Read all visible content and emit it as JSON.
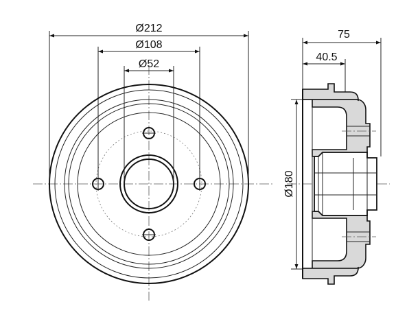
{
  "drawing": {
    "front_view": {
      "dimensions": {
        "outer_diameter": "Ø212",
        "bolt_circle_diameter": "Ø108",
        "hub_bore_diameter": "Ø52"
      },
      "bolt_hole_count": 4
    },
    "side_view": {
      "dimensions": {
        "overall_width": "75",
        "hub_offset": "40.5",
        "braking_surface_diameter": "Ø180"
      }
    },
    "colors": {
      "line": "#111111",
      "section_fill": "#d9d9d9",
      "background": "#ffffff"
    }
  }
}
